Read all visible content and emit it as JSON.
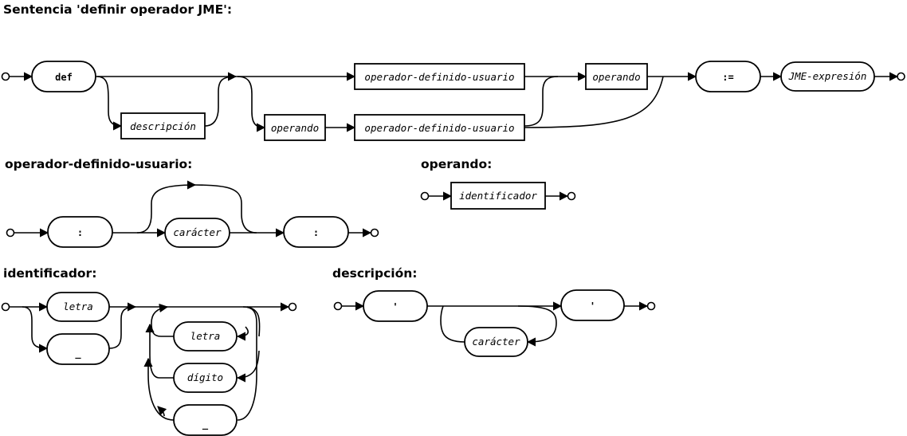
{
  "titles": {
    "sentencia": "Sentencia 'definir operador JME':",
    "operador": "operador-definido-usuario:",
    "operando": "operando:",
    "identificador": "identificador:",
    "descripcion": "descripción:"
  },
  "terminals": {
    "def": "def",
    "assign": ":=",
    "colon": ":",
    "underscore": "_",
    "quote": "'"
  },
  "nonterminals": {
    "operador_definido_usuario": "operador-definido-usuario",
    "operando": "operando",
    "descripcion": "descripción",
    "jme_expresion": "JME-expresión",
    "caracter": "carácter",
    "identificador": "identificador",
    "letra": "letra",
    "digito": "dígito"
  }
}
